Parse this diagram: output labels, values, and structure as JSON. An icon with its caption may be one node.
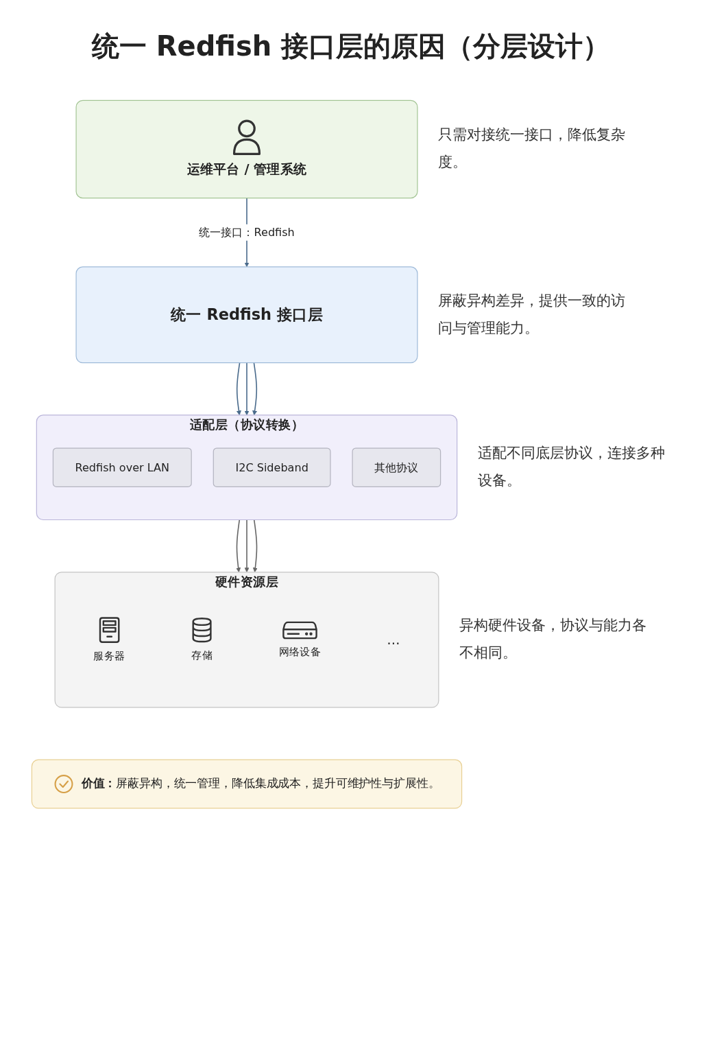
{
  "diagram": {
    "title": "统一 Redfish 接口层的原因（分层设计）",
    "nodes": [
      {
        "text": [
          "运维平台 / 管理系统"
        ],
        "beside": [
          "只需对接统一接口，降低复杂度。"
        ]
      },
      {
        "text": [
          "统一 Redfish 接口层"
        ],
        "beside": [
          "屏蔽异构差异，提供一致的访问与管理能力。"
        ]
      },
      {
        "text": [
          "适配层（协议转换）"
        ],
        "beside": [
          "适配不同底层协议，连接多种设备。"
        ]
      },
      {
        "text": [
          "Redfish over LAN"
        ],
        "in": 2
      },
      {
        "text": [
          "I2C Sideband"
        ],
        "in": 2
      },
      {
        "text": [
          "其他协议"
        ],
        "in": 2
      },
      {
        "text": [
          "硬件资源层"
        ],
        "beside": [
          "异构硬件设备，协议与能力各不相同。"
        ]
      },
      {
        "text": [
          "服务器"
        ],
        "in": 6
      },
      {
        "text": [
          "存储"
        ],
        "in": 6
      },
      {
        "text": [
          "网络设备"
        ],
        "in": 6
      },
      {
        "text": [
          "…"
        ],
        "in": 6
      },
      {
        "text": [
          "**价值：**屏蔽异构，统一管理，降低集成成本，提升可维护性与扩展性。"
        ]
      }
    ],
    "edges": [
      {
        "from": 0,
        "to": 1,
        "arrow": "to",
        "label": "统一接口：Redfish"
      },
      {
        "from": 1,
        "to": 2,
        "arrow": "to"
      },
      {
        "from": 1,
        "to": 2,
        "arrow": "to"
      },
      {
        "from": 1,
        "to": 2,
        "arrow": "to"
      },
      {
        "from": 2,
        "to": 6,
        "arrow": "to",
        "color": "#666666"
      },
      {
        "from": 2,
        "to": 6,
        "arrow": "to",
        "color": "#666666"
      },
      {
        "from": 2,
        "to": 6,
        "arrow": "to",
        "color": "#666666"
      }
    ]
  }
}
